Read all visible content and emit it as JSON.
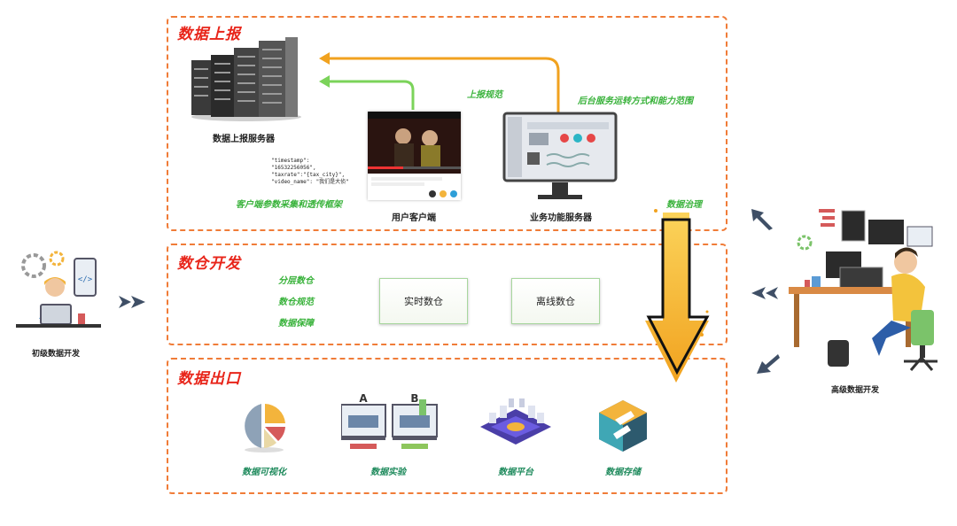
{
  "sections": {
    "report": "数据上报",
    "warehouse": "数仓开发",
    "output": "数据出口"
  },
  "report": {
    "server_label": "数据上报服务器",
    "client_label": "用户客户端",
    "business_server_label": "业务功能服务器",
    "report_norm": "上报规范",
    "backend_desc": "后台服务运转方式和能力范围",
    "sdk_desc": "客户端参数采集和透传框架",
    "code_lines": [
      "\"timestamp\": \"16532256056\",",
      "\"taxrate\":\"{tax_city}\",",
      "\"video_name\": \"我们是大侦\""
    ]
  },
  "warehouse": {
    "items": [
      "分层数仓",
      "数仓规范",
      "数据保障"
    ],
    "realtime": "实时数仓",
    "offline": "离线数仓"
  },
  "governance": "数据治理",
  "output": {
    "items": [
      {
        "label": "数据可视化",
        "icon": "pie-chart-icon"
      },
      {
        "label": "数据实验",
        "icon": "ab-test-icon"
      },
      {
        "label": "数据平台",
        "icon": "platform-icon"
      },
      {
        "label": "数据存储",
        "icon": "storage-icon"
      }
    ],
    "ab_a": "A",
    "ab_b": "B"
  },
  "people": {
    "junior": "初级数据开发",
    "senior": "高级数据开发"
  },
  "colors": {
    "accent_orange": "#f07c38",
    "title_red": "#e8251a",
    "green": "#38b23a",
    "arrow_orange": "#f1a21f"
  }
}
